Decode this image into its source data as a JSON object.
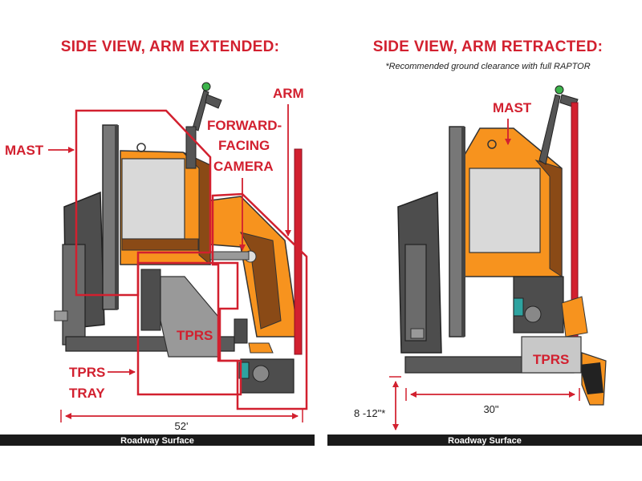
{
  "left_panel": {
    "title": "SIDE VIEW, ARM EXTENDED:",
    "callouts": {
      "mast": "MAST",
      "camera_line1": "FORWARD-",
      "camera_line2": "FACING",
      "camera_line3": "CAMERA",
      "arm": "ARM",
      "tray_line1": "TPRS",
      "tray_line2": "TRAY",
      "tprs_label": "TPRS"
    },
    "width_dimension": "52'",
    "road_label": "Roadway Surface"
  },
  "right_panel": {
    "title": "SIDE VIEW, ARM RETRACTED:",
    "note": "*Recommended ground clearance with full RAPTOR",
    "callouts": {
      "mast": "MAST",
      "tprs_label": "TPRS"
    },
    "width_dimension": "30\"",
    "clearance_dimension": "8 -12\"*",
    "road_label": "Roadway Surface"
  },
  "colors": {
    "accent_red": "#d2202f",
    "orange": "#f7931e",
    "dark_gray": "#4d4d4d",
    "road": "#1a1a1a"
  }
}
